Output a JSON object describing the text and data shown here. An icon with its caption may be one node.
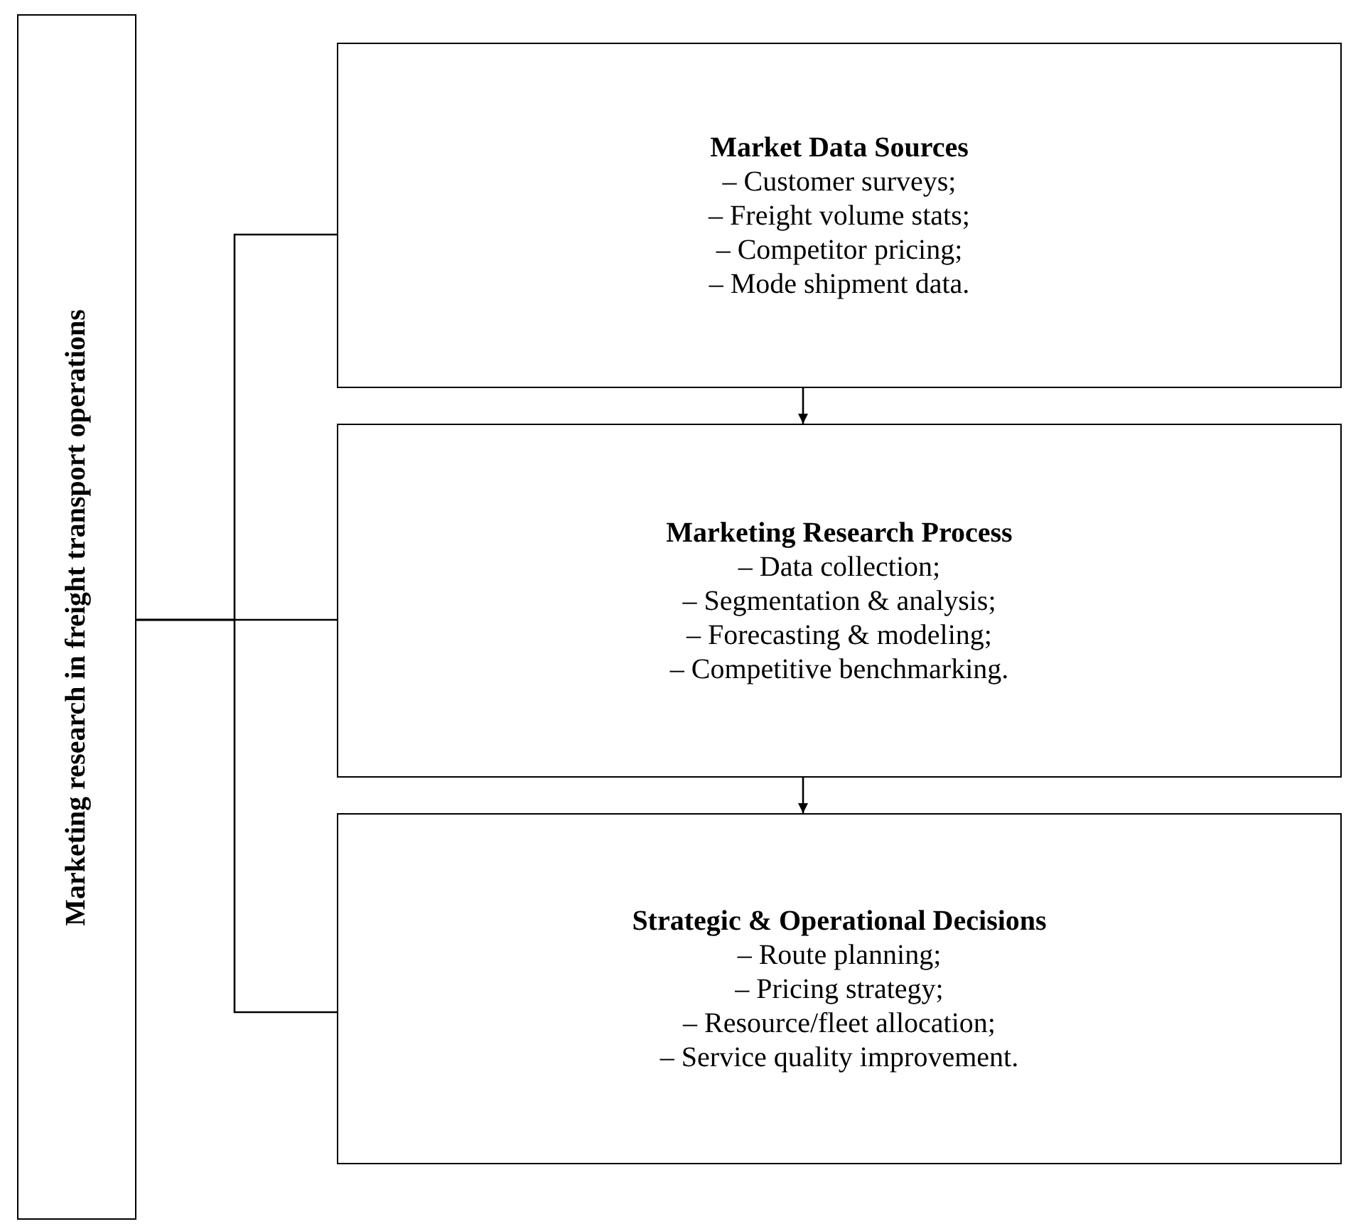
{
  "diagram": {
    "nodes": [
      {
        "text": [
          "Marketing research in freight transport operations"
        ]
      },
      {
        "text": [
          "Market Data Sources",
          "– Customer surveys;",
          "– Freight volume stats;",
          "– Competitor pricing;",
          "– Mode shipment data."
        ]
      },
      {
        "text": [
          "Marketing Research Process",
          "– Data collection;",
          "– Segmentation & analysis;",
          "– Forecasting & modeling;",
          "– Competitive benchmarking."
        ]
      },
      {
        "text": [
          "Strategic & Operational Decisions",
          "– Route planning;",
          "– Pricing strategy;",
          "– Resource/fleet allocation;",
          "– Service quality improvement."
        ]
      }
    ],
    "edges": [
      {
        "from": 0,
        "to": 1,
        "arrow": "none"
      },
      {
        "from": 0,
        "to": 2,
        "arrow": "none"
      },
      {
        "from": 0,
        "to": 3,
        "arrow": "none"
      },
      {
        "from": 1,
        "to": 2,
        "arrow": "to"
      },
      {
        "from": 2,
        "to": 3,
        "arrow": "to"
      }
    ]
  }
}
